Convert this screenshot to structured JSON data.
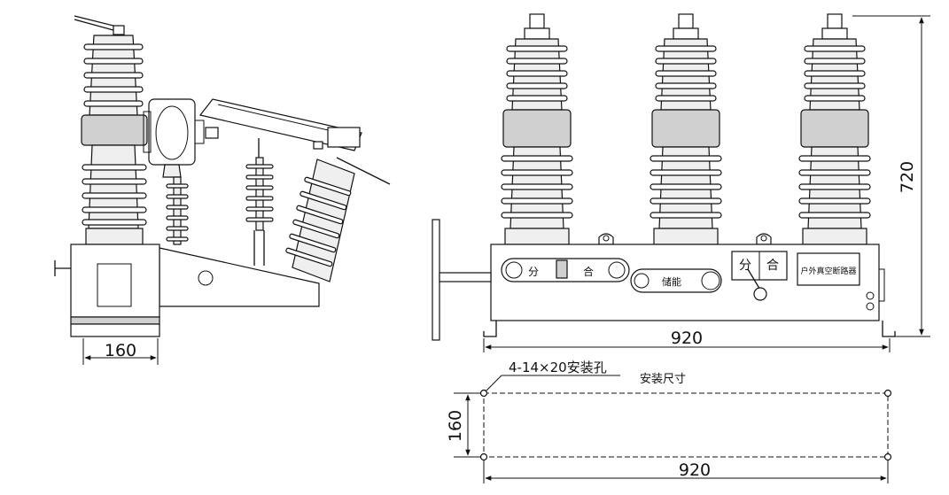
{
  "side_view": {
    "width_dim": "160"
  },
  "front_view": {
    "width_dim": "920",
    "height_dim": "720",
    "label_open_1": "分",
    "label_close_1": "合",
    "label_store": "储能",
    "label_open_2": "分",
    "label_close_2": "合",
    "nameplate": "户外真空断路器"
  },
  "mounting_view": {
    "holes_note": "4-14×20安装孔",
    "title": "安装尺寸",
    "width_dim": "920",
    "depth_dim": "160"
  }
}
